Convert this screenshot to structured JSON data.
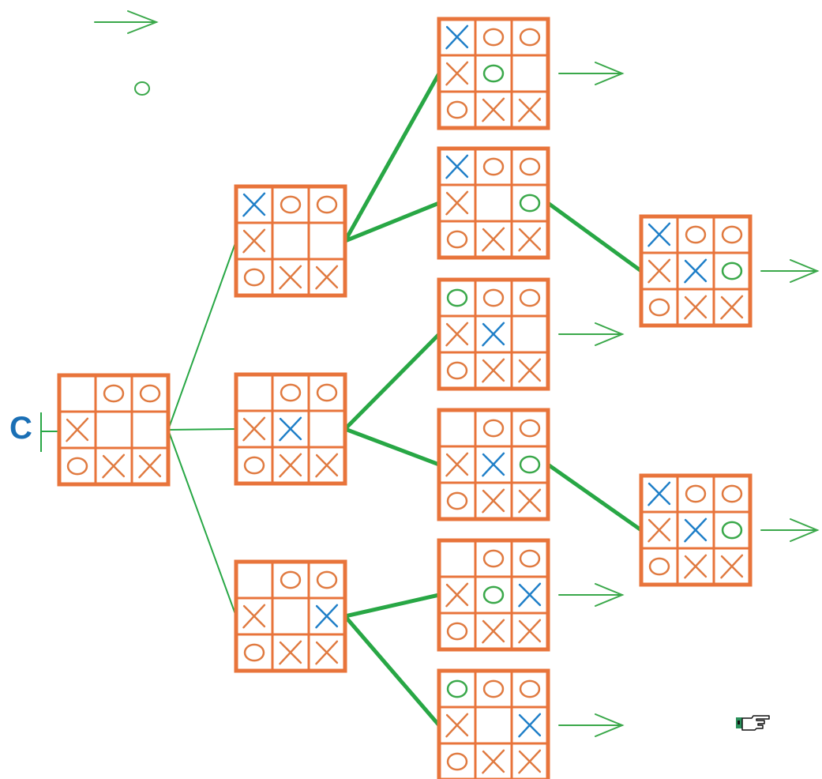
{
  "root_label": "C",
  "legend": {
    "symbol": "O"
  },
  "colors": {
    "board": "#e8743b",
    "x_player": "#1f7fc8",
    "o_player": "#3aa84a",
    "x_existing": "#e07a40",
    "o_existing": "#e07a40",
    "edge": "#28a745",
    "arrow": "#3aa84a",
    "label": "#1a6fb5"
  },
  "boards": [
    {
      "id": "root",
      "cells": [
        "",
        "O",
        "O",
        "X",
        "",
        "",
        "O",
        "X",
        "X"
      ],
      "new": []
    },
    {
      "id": "a",
      "cells": [
        "X",
        "O",
        "O",
        "X",
        "",
        "",
        "O",
        "X",
        "X"
      ],
      "new": [
        0
      ]
    },
    {
      "id": "b",
      "cells": [
        "",
        "O",
        "O",
        "X",
        "X",
        "",
        "O",
        "X",
        "X"
      ],
      "new": [
        4
      ]
    },
    {
      "id": "c",
      "cells": [
        "",
        "O",
        "O",
        "X",
        "",
        "X",
        "O",
        "X",
        "X"
      ],
      "new": [
        5
      ]
    },
    {
      "id": "a1",
      "cells": [
        "X",
        "O",
        "O",
        "X",
        "O",
        "",
        "O",
        "X",
        "X"
      ],
      "new": [
        0,
        4
      ]
    },
    {
      "id": "a2",
      "cells": [
        "X",
        "O",
        "O",
        "X",
        "",
        "O",
        "O",
        "X",
        "X"
      ],
      "new": [
        0,
        5
      ]
    },
    {
      "id": "b1",
      "cells": [
        "O",
        "O",
        "O",
        "X",
        "X",
        "",
        "O",
        "X",
        "X"
      ],
      "new": [
        0,
        4
      ]
    },
    {
      "id": "b2",
      "cells": [
        "",
        "O",
        "O",
        "X",
        "X",
        "O",
        "O",
        "X",
        "X"
      ],
      "new": [
        4,
        5
      ]
    },
    {
      "id": "c1",
      "cells": [
        "",
        "O",
        "O",
        "X",
        "O",
        "X",
        "O",
        "X",
        "X"
      ],
      "new": [
        4,
        5
      ]
    },
    {
      "id": "c2",
      "cells": [
        "O",
        "O",
        "O",
        "X",
        "",
        "X",
        "O",
        "X",
        "X"
      ],
      "new": [
        0,
        5
      ]
    },
    {
      "id": "a2x",
      "cells": [
        "X",
        "O",
        "O",
        "X",
        "X",
        "O",
        "O",
        "X",
        "X"
      ],
      "new": [
        0,
        4,
        5
      ]
    },
    {
      "id": "b2x",
      "cells": [
        "X",
        "O",
        "O",
        "X",
        "X",
        "O",
        "O",
        "X",
        "X"
      ],
      "new": [
        0,
        4,
        5
      ]
    }
  ],
  "edges": [
    {
      "from": "root",
      "to": "a"
    },
    {
      "from": "root",
      "to": "b"
    },
    {
      "from": "root",
      "to": "c"
    },
    {
      "from": "a",
      "to": "a1"
    },
    {
      "from": "a",
      "to": "a2"
    },
    {
      "from": "b",
      "to": "b1"
    },
    {
      "from": "b",
      "to": "b2"
    },
    {
      "from": "c",
      "to": "c1"
    },
    {
      "from": "c",
      "to": "c2"
    },
    {
      "from": "a2",
      "to": "a2x"
    },
    {
      "from": "b2",
      "to": "b2x"
    }
  ],
  "terminal_arrows": [
    "a1",
    "b1",
    "c1",
    "c2",
    "a2x",
    "b2x"
  ],
  "icons": {
    "cursor": "pointing-hand-icon"
  }
}
